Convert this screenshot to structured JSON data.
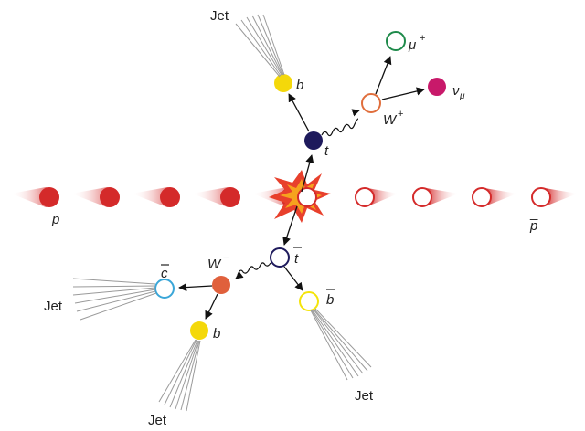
{
  "colors": {
    "proton": "#d42a2a",
    "top": "#1e1a5c",
    "w_minus": "#e0603c",
    "w_plus": "#e06e3c",
    "b_quark": "#f4d80a",
    "muon": "#1e8a4a",
    "neutrino": "#c8196a",
    "charm": "#3aa6d8",
    "anti_b": "#f4e40a",
    "jet": "#9a9a9a",
    "collision_outer": "#e8402c",
    "collision_inner": "#f6a21e"
  },
  "labels": {
    "p": "p",
    "pbar_bar": "_",
    "pbar": "p",
    "t": "t",
    "tbar": "t",
    "w_plus": "W",
    "w_plus_sign": "+",
    "w_minus": "W",
    "w_minus_sign": "−",
    "b_top": "b",
    "b_bottom": "b",
    "bbar": "b",
    "cbar": "c",
    "mu": "μ",
    "mu_sign": "+",
    "nu": "ν",
    "nu_sub": "μ",
    "jet_top": "Jet",
    "jet_left": "Jet",
    "jet_bottom_left": "Jet",
    "jet_bottom_right": "Jet"
  }
}
